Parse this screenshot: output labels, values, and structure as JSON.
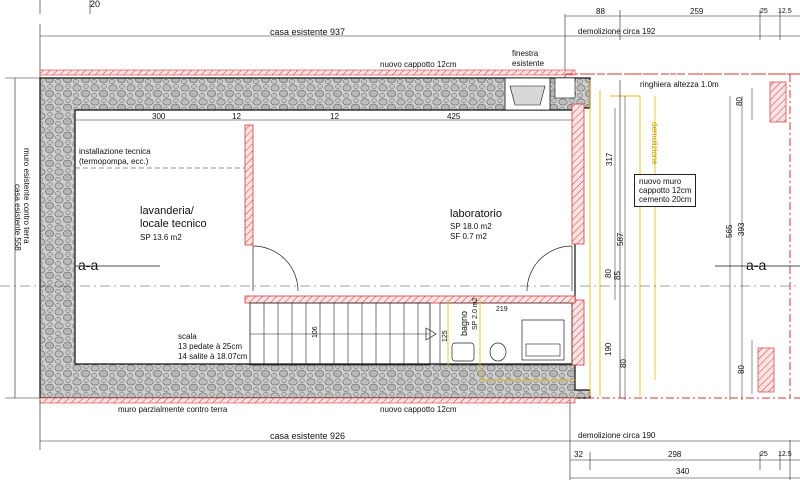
{
  "top": {
    "casa_esistente": "casa esistente 937",
    "nuovo_cappotto": "nuovo cappotto 12cm",
    "finestra": "finestra",
    "esistente": "esistente",
    "demolizione": "demolizione circa 192",
    "dim_88": "88",
    "dim_259": "259",
    "dim_25": "25",
    "dim_12_5": "12.5",
    "dim_20": "20",
    "ringhiera": "ringhiera altezza 1.0m"
  },
  "inner_dims": {
    "d300": "300",
    "d12a": "12",
    "d12b": "12",
    "d425": "425"
  },
  "left": {
    "muro": "muro esistente contro terra",
    "casa": "casa esistente 558",
    "section": "a-a"
  },
  "rooms": {
    "installazione": "installazione tecnica",
    "termopompa": "(termopompa, ecc.)",
    "lavanderia_1": "lavanderia/",
    "lavanderia_2": "locale tecnico",
    "lavanderia_sp": "SP 13.6 m2",
    "lab_name": "laboratorio",
    "lab_sp": "SP 18.0 m2",
    "lab_sf": "SF   0.7 m2",
    "bagno": "bagno",
    "bagno_sp": "SP 2.0 m2",
    "scala": "scala",
    "scala_pedate": "13 pedate à 25cm",
    "scala_salite": "14 salite à 18.07cm",
    "dim_219": "219",
    "dim_106": "106",
    "dim_125": "125"
  },
  "right": {
    "demolizione_v": "demolizione",
    "nuovo_muro_1": "nuovo muro",
    "nuovo_muro_2": "cappotto 12cm",
    "nuovo_muro_3": "cemento 20cm",
    "section": "a-a",
    "d317": "317",
    "d587": "587",
    "d80a": "80",
    "d85": "85",
    "d190": "190",
    "d80b": "80",
    "d565": "565",
    "d393": "393",
    "d80c": "80",
    "d80d": "80"
  },
  "bottom": {
    "muro_parz": "muro parzialmente contro terra",
    "nuovo_cappotto": "nuovo cappotto 12cm",
    "casa_esistente": "casa esistente 926",
    "demolizione": "demolizione circa 190",
    "dim_32": "32",
    "dim_298": "298",
    "dim_25": "25",
    "dim_12_5": "12.5",
    "dim_340": "340"
  },
  "colors": {
    "wall_fill": "#c8c8c8",
    "accent_red": "#e0303a",
    "accent_yellow": "#e6c21a"
  }
}
